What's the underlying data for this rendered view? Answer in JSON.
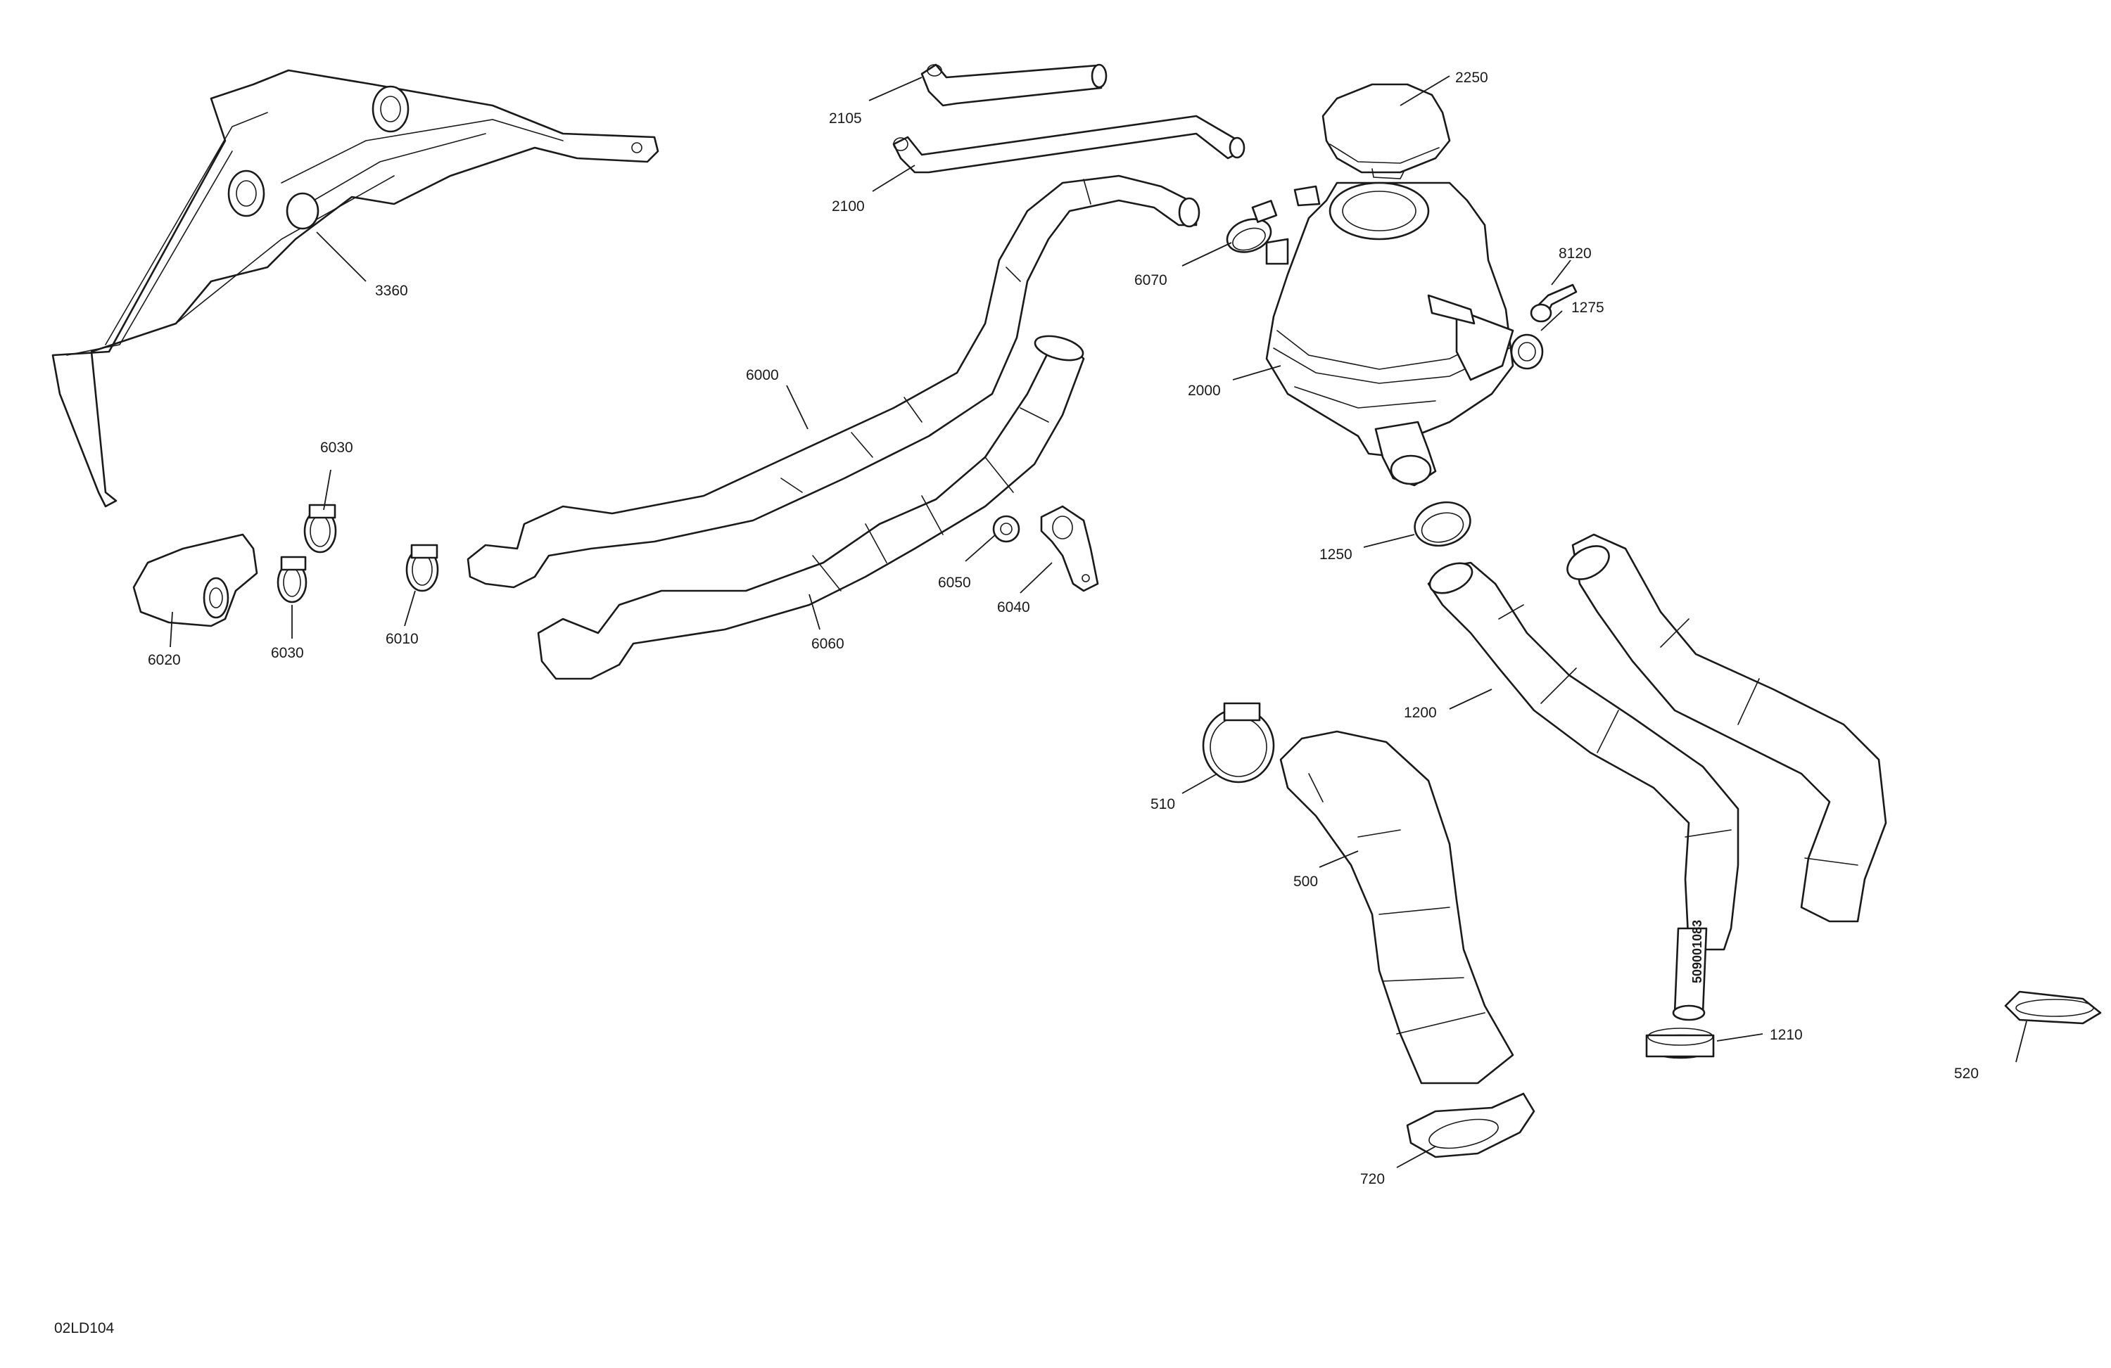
{
  "figure": {
    "code": "02LD104",
    "hose_marking": "509001083"
  },
  "callouts": {
    "p3360": "3360",
    "p2105": "2105",
    "p2100": "2100",
    "p2250": "2250",
    "p6070": "6070",
    "p8120": "8120",
    "p1275": "1275",
    "p2000": "2000",
    "p6000": "6000",
    "p6030a": "6030",
    "p6030b": "6030",
    "p6020": "6020",
    "p6010": "6010",
    "p6050": "6050",
    "p6040": "6040",
    "p6060": "6060",
    "p1250": "1250",
    "p1200": "1200",
    "p510": "510",
    "p500": "500",
    "p1210": "1210",
    "p520": "520",
    "p720": "720"
  }
}
